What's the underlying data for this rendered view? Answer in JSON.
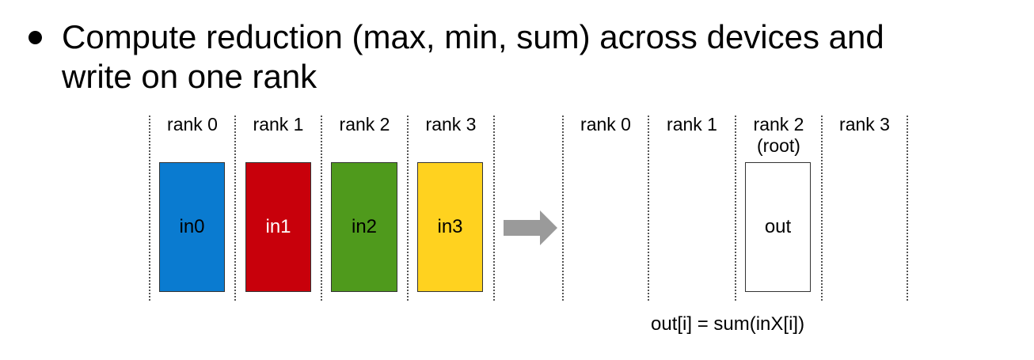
{
  "bullet": {
    "line1": "Compute reduction (max, min, sum) across devices and",
    "line2": "write on one rank"
  },
  "before": {
    "ranks": [
      {
        "label": "rank 0",
        "buffer": "in0",
        "color": "#0a7bd0"
      },
      {
        "label": "rank 1",
        "buffer": "in1",
        "color": "#c8000b"
      },
      {
        "label": "rank 2",
        "buffer": "in2",
        "color": "#4f9a1c"
      },
      {
        "label": "rank 3",
        "buffer": "in3",
        "color": "#ffd21f"
      }
    ]
  },
  "after": {
    "ranks": [
      {
        "label": "rank 0"
      },
      {
        "label": "rank 1"
      },
      {
        "label": "rank 2",
        "sublabel": "(root)",
        "buffer": "out"
      },
      {
        "label": "rank 3"
      }
    ]
  },
  "formula": "out[i] = sum(inX[i])",
  "colors": {
    "arrow": "#9a9a9a",
    "divider": "#555555"
  }
}
